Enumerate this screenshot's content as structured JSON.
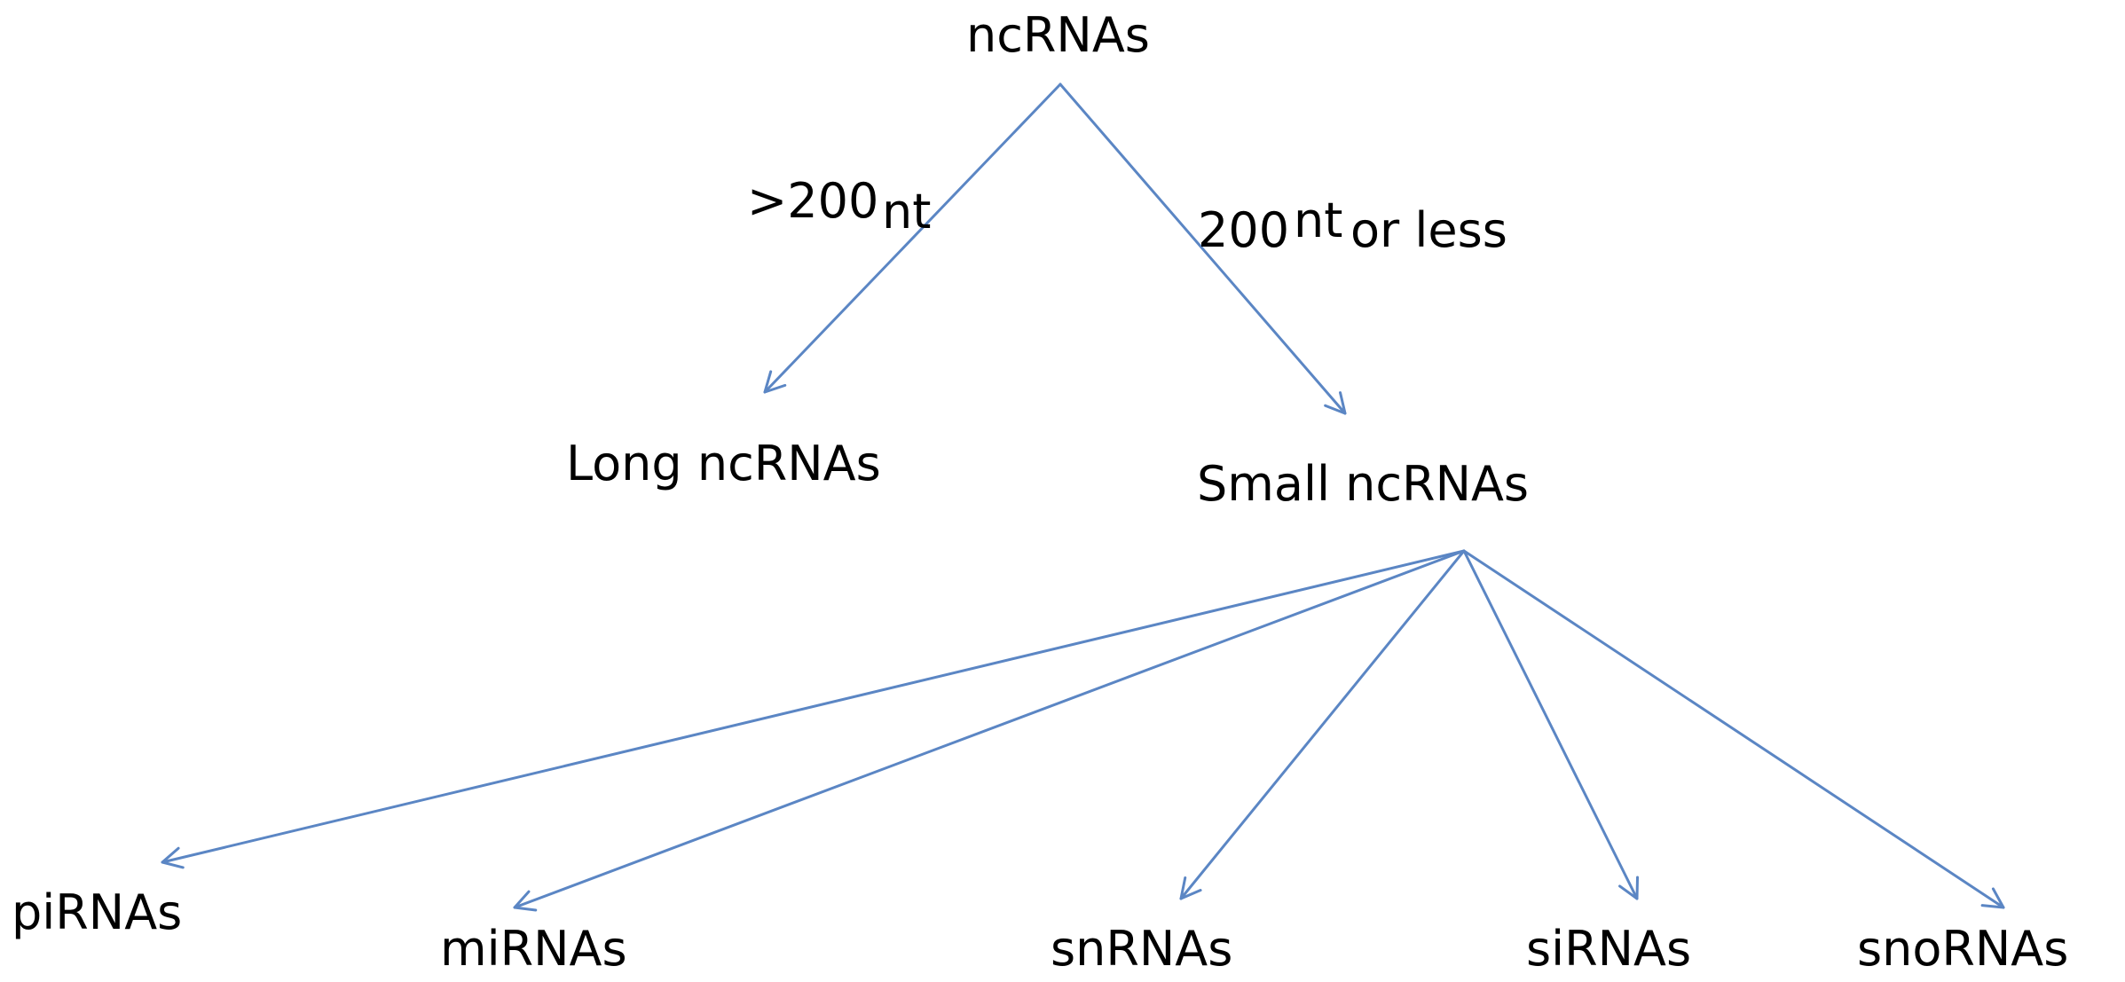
{
  "colors": {
    "arrow": "#5b86c4",
    "text": "#000000",
    "background": "#ffffff"
  },
  "nodes": {
    "root": "ncRNAs",
    "long": "Long ncRNAs",
    "small": "Small ncRNAs",
    "pirnas": "piRNAs",
    "mirnas": "miRNAs",
    "snrnas": "snRNAs",
    "sirnas": "siRNAs",
    "snornas": "snoRNAs"
  },
  "edge_labels": {
    "long_size": ">200",
    "long_unit": "nt",
    "small_size": "200",
    "small_unit": "nt",
    "small_suffix": "or less"
  }
}
